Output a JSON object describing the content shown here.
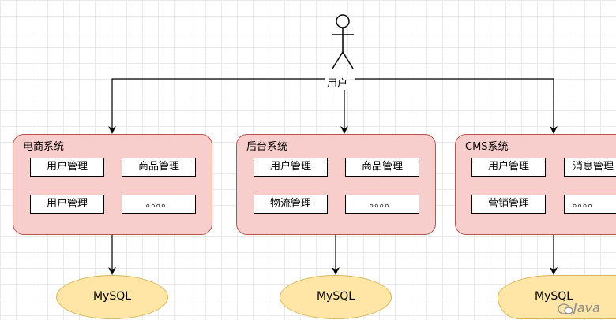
{
  "user": {
    "label": "用户"
  },
  "systems": [
    {
      "title": "电商系统",
      "modules": [
        "用户管理",
        "商品管理",
        "用户管理",
        "。。。。"
      ],
      "db": "MySQL"
    },
    {
      "title": "后台系统",
      "modules": [
        "用户管理",
        "商品管理",
        "物流管理",
        "。。。。"
      ],
      "db": "MySQL"
    },
    {
      "title": "CMS系统",
      "modules": [
        "用户管理",
        "消息管理",
        "营销管理",
        "。。。。"
      ],
      "db": "MySQL"
    }
  ],
  "watermark": "Java"
}
